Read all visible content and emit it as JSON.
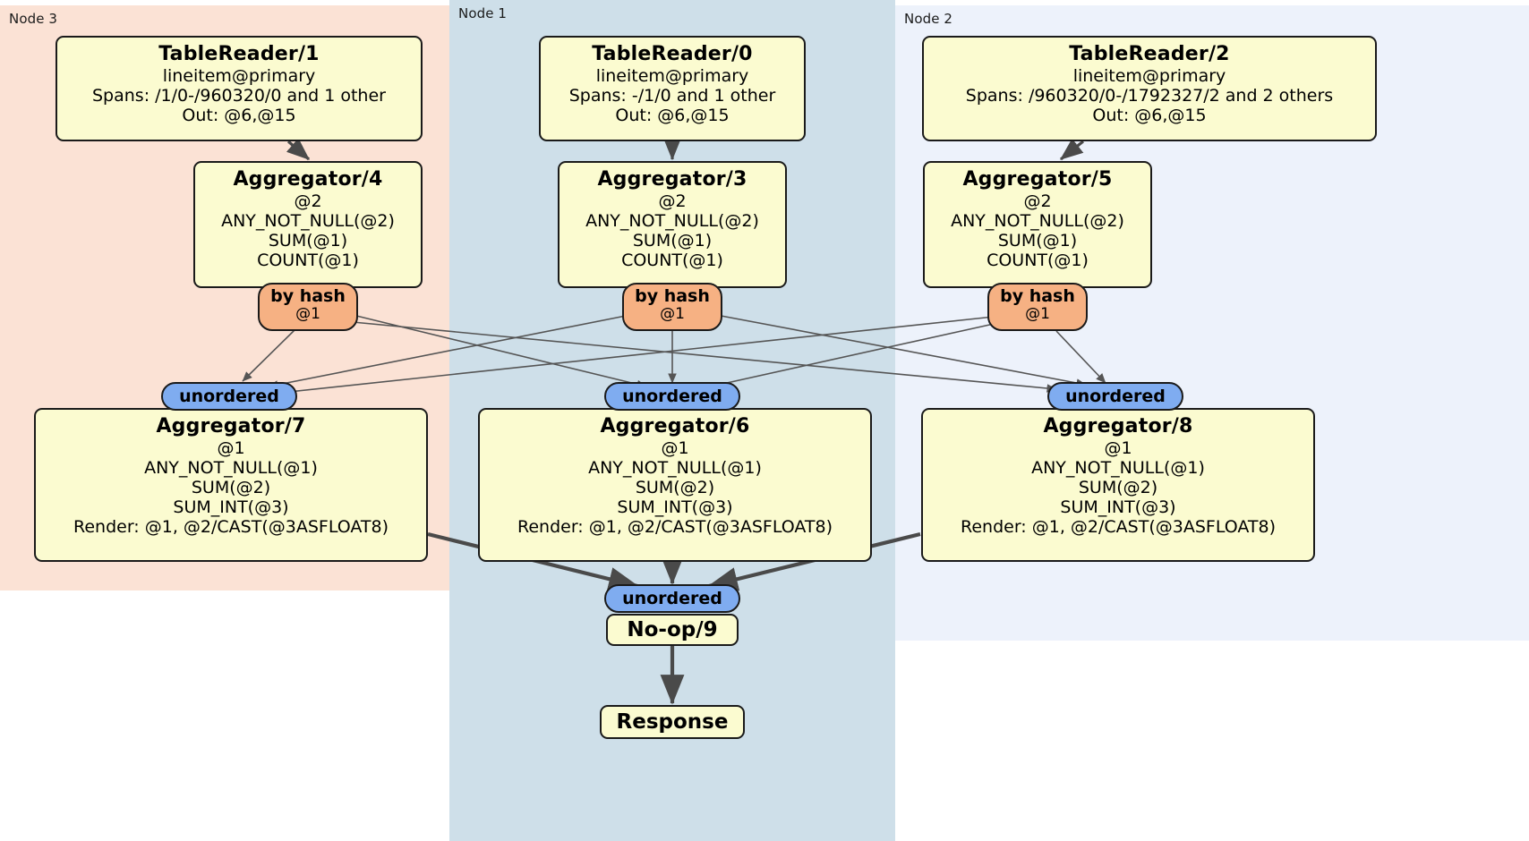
{
  "diagram": {
    "type": "distributed-query-plan",
    "colors": {
      "node3_bg": "#fbe2d5",
      "node1_bg": "#cedfe9",
      "node2_bg": "#edf2fb",
      "processor_bg": "#fbfbd0",
      "router_bg": "#f6b183",
      "synchronizer_bg": "#7facf0",
      "border": "#1a1a1a"
    }
  },
  "nodes": [
    {
      "id": "node3",
      "label": "Node 3"
    },
    {
      "id": "node1",
      "label": "Node 1"
    },
    {
      "id": "node2",
      "label": "Node 2"
    }
  ],
  "processors": {
    "table_reader_1": {
      "title": "TableReader/1",
      "lines": [
        "lineitem@primary",
        "Spans: /1/0-/960320/0 and 1 other",
        "Out: @6,@15"
      ]
    },
    "table_reader_0": {
      "title": "TableReader/0",
      "lines": [
        "lineitem@primary",
        "Spans: -/1/0 and 1 other",
        "Out: @6,@15"
      ]
    },
    "table_reader_2": {
      "title": "TableReader/2",
      "lines": [
        "lineitem@primary",
        "Spans: /960320/0-/1792327/2 and 2 others",
        "Out: @6,@15"
      ]
    },
    "aggregator_4": {
      "title": "Aggregator/4",
      "lines": [
        "@2",
        "ANY_NOT_NULL(@2)",
        "SUM(@1)",
        "COUNT(@1)"
      ]
    },
    "aggregator_3": {
      "title": "Aggregator/3",
      "lines": [
        "@2",
        "ANY_NOT_NULL(@2)",
        "SUM(@1)",
        "COUNT(@1)"
      ]
    },
    "aggregator_5": {
      "title": "Aggregator/5",
      "lines": [
        "@2",
        "ANY_NOT_NULL(@2)",
        "SUM(@1)",
        "COUNT(@1)"
      ]
    },
    "aggregator_7": {
      "title": "Aggregator/7",
      "lines": [
        "@1",
        "ANY_NOT_NULL(@1)",
        "SUM(@2)",
        "SUM_INT(@3)",
        "Render: @1, @2/CAST(@3ASFLOAT8)"
      ]
    },
    "aggregator_6": {
      "title": "Aggregator/6",
      "lines": [
        "@1",
        "ANY_NOT_NULL(@1)",
        "SUM(@2)",
        "SUM_INT(@3)",
        "Render: @1, @2/CAST(@3ASFLOAT8)"
      ]
    },
    "aggregator_8": {
      "title": "Aggregator/8",
      "lines": [
        "@1",
        "ANY_NOT_NULL(@1)",
        "SUM(@2)",
        "SUM_INT(@3)",
        "Render: @1, @2/CAST(@3ASFLOAT8)"
      ]
    },
    "noop_9": {
      "title": "No-op/9"
    },
    "response": {
      "title": "Response"
    }
  },
  "routers": {
    "by_hash_left": {
      "type": "by hash",
      "column": "@1"
    },
    "by_hash_center": {
      "type": "by hash",
      "column": "@1"
    },
    "by_hash_right": {
      "type": "by hash",
      "column": "@1"
    }
  },
  "synchronizers": {
    "unordered_left": {
      "label": "unordered"
    },
    "unordered_center": {
      "label": "unordered"
    },
    "unordered_right": {
      "label": "unordered"
    },
    "unordered_final": {
      "label": "unordered"
    }
  }
}
